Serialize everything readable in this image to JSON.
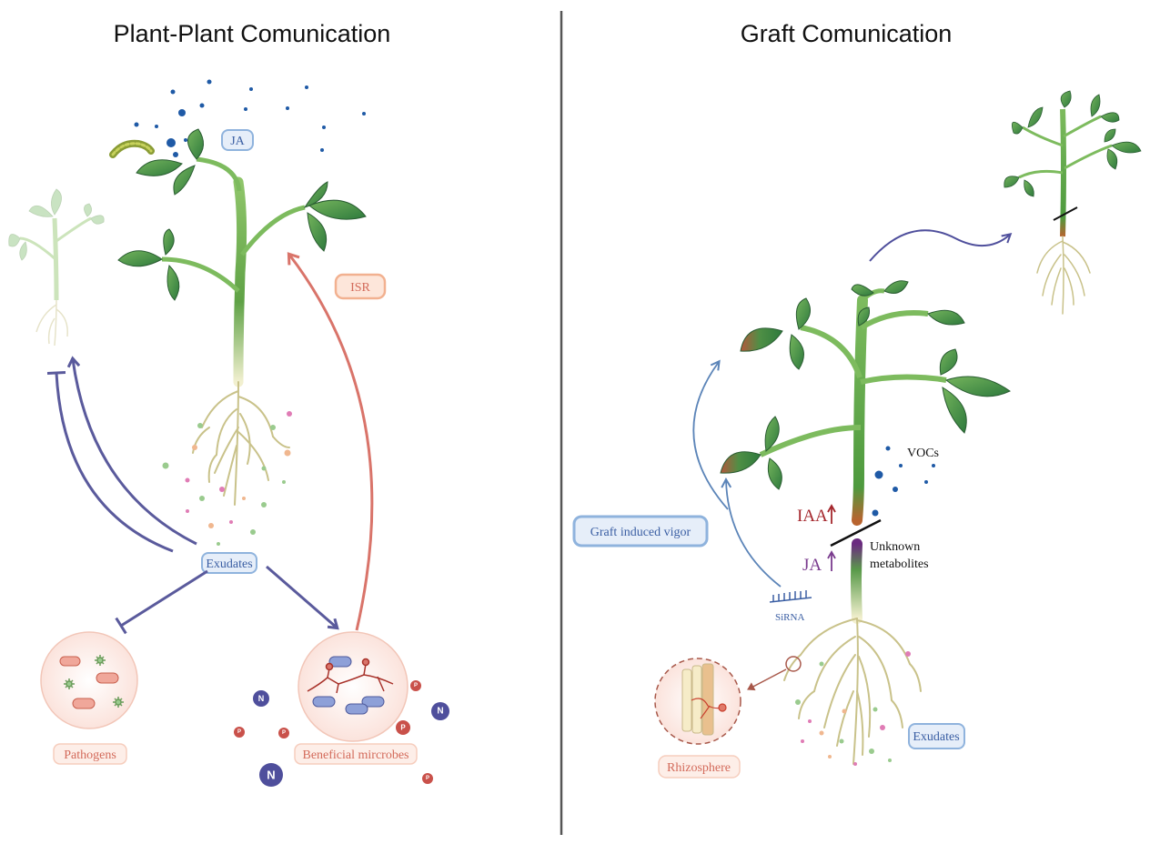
{
  "titles": {
    "left": "Plant-Plant Comunication",
    "right": "Graft Comunication"
  },
  "left_panel": {
    "signal_label": "JA",
    "induced_label": "ISR",
    "exudates_label": "Exudates",
    "pathogens_label": "Pathogens",
    "beneficial_label": "Beneficial mircrobes",
    "nutrient_n": "N",
    "nutrient_p": "P"
  },
  "right_panel": {
    "vigor_label": "Graft induced vigor",
    "voc_label": "VOCs",
    "iaa_label": "IAA",
    "ja_label": "JA",
    "unknown_label_line1": "Unknown",
    "unknown_label_line2": "metabolites",
    "sirna_label": "SiRNA",
    "rhizosphere_label": "Rhizosphere",
    "exudates_label": "Exudates"
  },
  "colors": {
    "leaf": "#3f8a45",
    "stem": "#66a84e",
    "root": "#c9c28a",
    "arrow_purple": "#5a5a9c",
    "arrow_red": "#d9746a",
    "arrow_blue": "#5b84b8",
    "signal_dot": "#1f5aa6",
    "label_blue": "#3a5ea3",
    "label_red": "#d36a5a",
    "iaa_red": "#a4262c",
    "ja_purple": "#7a3b8e",
    "divider": "#555555"
  },
  "icons": [
    "caterpillar-icon",
    "bacterium-icon",
    "mycorrhiza-icon",
    "nitrogen-icon",
    "phosphorus-icon",
    "graft-junction-icon"
  ]
}
